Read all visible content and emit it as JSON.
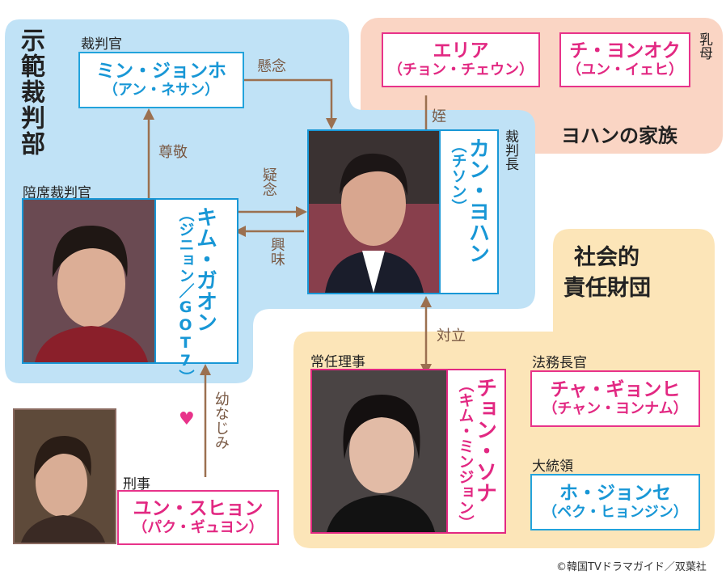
{
  "groups": {
    "court": "示範裁判部",
    "family": "ヨハンの家族",
    "foundation_line1": "社会的",
    "foundation_line2": "責任財団"
  },
  "people": {
    "min": {
      "role": "裁判官",
      "name": "ミン・ジョンホ",
      "actor": "（アン・ネサン）"
    },
    "kang": {
      "role": "裁判長",
      "name": "カン・ヨハン",
      "actor": "（チソン）"
    },
    "kim": {
      "role": "陪席裁判官",
      "name": "キム・ガオン",
      "actor": "（ジニョン／GOT7）"
    },
    "elia": {
      "name": "エリア",
      "actor": "（チョン・チェウン）"
    },
    "chi": {
      "role": "乳母",
      "name": "チ・ヨンオク",
      "actor": "（ユン・イェヒ）"
    },
    "jung": {
      "role": "常任理事",
      "name": "チョン・ソナ",
      "actor": "（キム・ミンジョン）"
    },
    "cha": {
      "role": "法務長官",
      "name": "チャ・ギョンヒ",
      "actor": "（チャン・ヨンナム）"
    },
    "ho": {
      "role": "大統領",
      "name": "ホ・ジョンセ",
      "actor": "（ペク・ヒョンジン）"
    },
    "yoon": {
      "role": "刑事",
      "name": "ユン・スヒョン",
      "actor": "（パク・ギュヨン）"
    }
  },
  "relations": {
    "kenen": "懸念",
    "sonkei": "尊敬",
    "mei": "姪",
    "ginen": "疑念",
    "kyomi": "興味",
    "tairitsu": "対立",
    "osananajimi": "幼なじみ",
    "heart": "♥"
  },
  "credit": "©韓国TVドラマガイド／双葉社",
  "colors": {
    "court_bg": "#c0e2f6",
    "family_bg": "#fad5c4",
    "foundation_bg": "#fce5b8",
    "blue": "#22a3dc",
    "pink": "#e8338a",
    "arrow": "#9b7050"
  }
}
